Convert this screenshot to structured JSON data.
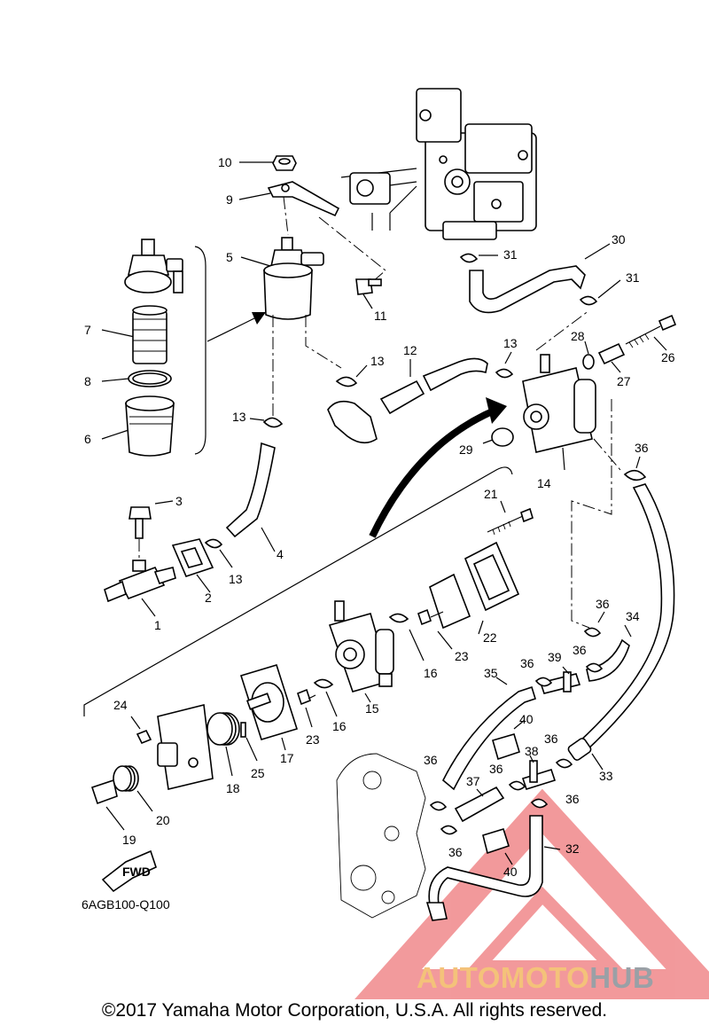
{
  "document_code": "6AGB100-Q100",
  "copyright": "©2017 Yamaha Motor Corporation, U.S.A. All rights reserved.",
  "fwd_label": "FWD",
  "watermark": {
    "part1": "AUTO",
    "part2": "MOTO",
    "part3": "HUB",
    "color_primary": "#f4c27a",
    "color_secondary": "#9aa0a6",
    "logo_color": "#e8474a"
  },
  "callouts": {
    "c1": "1",
    "c2": "2",
    "c3": "3",
    "c4": "4",
    "c5": "5",
    "c6": "6",
    "c7": "7",
    "c8": "8",
    "c9": "9",
    "c10": "10",
    "c11": "11",
    "c12": "12",
    "c13a": "13",
    "c13b": "13",
    "c13c": "13",
    "c13d": "13",
    "c14": "14",
    "c15": "15",
    "c16a": "16",
    "c16b": "16",
    "c17": "17",
    "c18": "18",
    "c19": "19",
    "c20": "20",
    "c21": "21",
    "c22": "22",
    "c23a": "23",
    "c23b": "23",
    "c24": "24",
    "c25": "25",
    "c26": "26",
    "c27": "27",
    "c28": "28",
    "c29": "29",
    "c30": "30",
    "c31a": "31",
    "c31b": "31",
    "c32": "32",
    "c33": "33",
    "c34": "34",
    "c35": "35",
    "c36a": "36",
    "c36b": "36",
    "c36c": "36",
    "c36d": "36",
    "c36e": "36",
    "c36f": "36",
    "c36g": "36",
    "c36h": "36",
    "c36i": "36",
    "c37": "37",
    "c38": "38",
    "c39": "39",
    "c40a": "40",
    "c40b": "40"
  }
}
